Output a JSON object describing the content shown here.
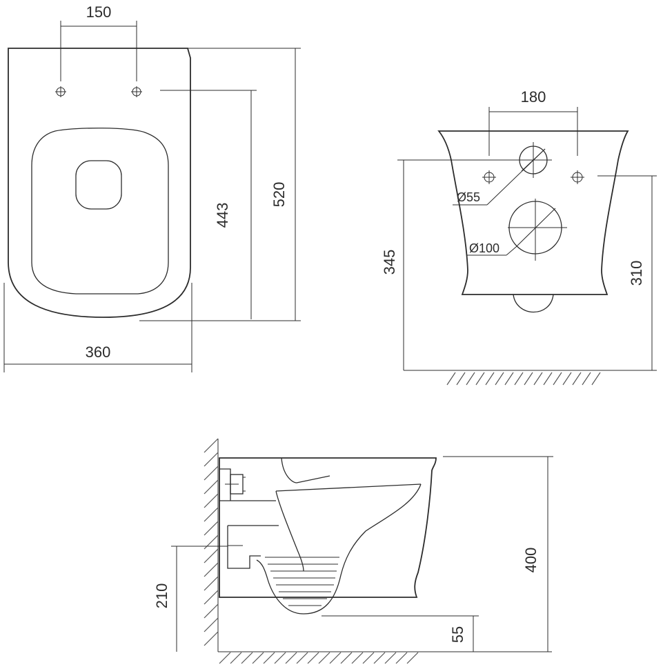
{
  "top_view": {
    "bolt_spacing": "150",
    "width": "360",
    "bolt_to_front": "443",
    "total_length": "520"
  },
  "rear_view": {
    "bolt_spacing": "180",
    "inlet_diameter": "Ø55",
    "outlet_diameter": "Ø100",
    "inlet_height": "345",
    "bolt_height": "310"
  },
  "side_view": {
    "total_height": "400",
    "outlet_height": "210",
    "bottom_clearance": "55"
  }
}
